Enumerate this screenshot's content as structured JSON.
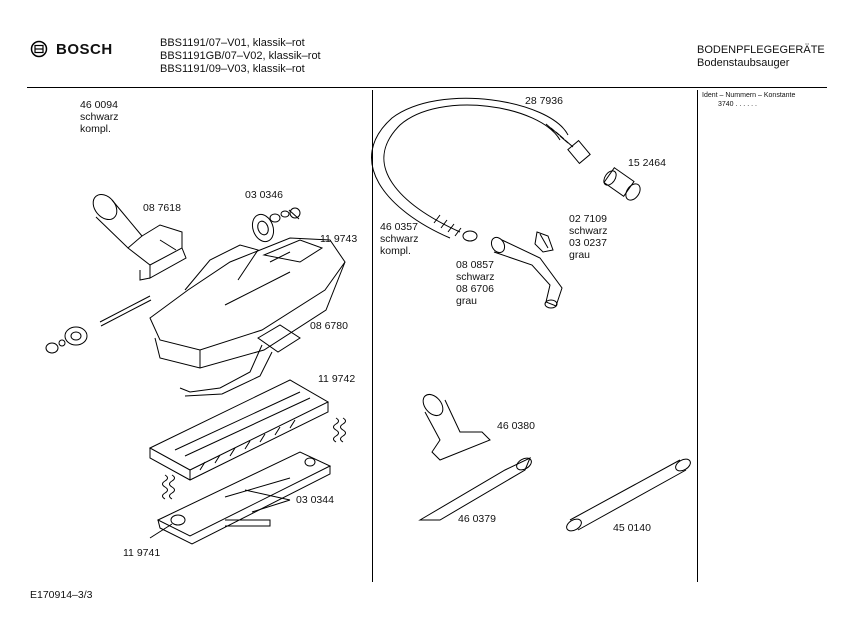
{
  "header": {
    "brand": "BOSCH",
    "models": [
      "BBS1191/07–V01, klassik–rot",
      "BBS1191GB/07–V02, klassik–rot",
      "BBS1191/09–V03, klassik–rot"
    ],
    "category": "BODENPFLEGEGERÄTE",
    "subcategory": "Bodenstaubsauger"
  },
  "ident": {
    "title": "Ident – Nummern – Konstante",
    "value": "3740",
    "dots": ". .   . . . ."
  },
  "parts": [
    {
      "id": "p460094",
      "lines": [
        "46 0094",
        "schwarz",
        "kompl."
      ]
    },
    {
      "id": "p087618",
      "lines": [
        "08 7618"
      ]
    },
    {
      "id": "p030346",
      "lines": [
        "03 0346"
      ]
    },
    {
      "id": "p119743",
      "lines": [
        "11 9743"
      ]
    },
    {
      "id": "p086780",
      "lines": [
        "08 6780"
      ]
    },
    {
      "id": "p119742",
      "lines": [
        "11 9742"
      ]
    },
    {
      "id": "p030344",
      "lines": [
        "03 0344"
      ]
    },
    {
      "id": "p119741",
      "lines": [
        "11 9741"
      ]
    },
    {
      "id": "p287936",
      "lines": [
        "28 7936"
      ]
    },
    {
      "id": "p152464",
      "lines": [
        "15 2464"
      ]
    },
    {
      "id": "p460357",
      "lines": [
        "46 0357",
        "schwarz",
        "kompl."
      ]
    },
    {
      "id": "p027109",
      "lines": [
        "02 7109",
        "schwarz",
        "03 0237",
        "grau"
      ]
    },
    {
      "id": "p080857",
      "lines": [
        "08 0857",
        "schwarz",
        "08 6706",
        "grau"
      ]
    },
    {
      "id": "p460380",
      "lines": [
        "46 0380"
      ]
    },
    {
      "id": "p460379",
      "lines": [
        "46 0379"
      ]
    },
    {
      "id": "p450140",
      "lines": [
        "45 0140"
      ]
    }
  ],
  "footer": {
    "code": "E170914–3/3"
  }
}
